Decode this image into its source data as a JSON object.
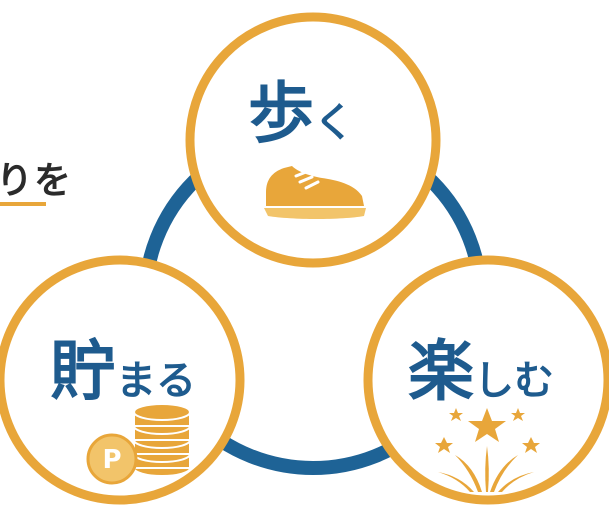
{
  "partial_heading": "りを",
  "nodes": [
    {
      "id": "walk",
      "kanji": "歩",
      "kana": "く",
      "icon": "sneaker-icon"
    },
    {
      "id": "save",
      "kanji": "貯",
      "kana": "まる",
      "icon": "coins-icon",
      "badge": "P"
    },
    {
      "id": "enjoy",
      "kanji": "楽",
      "kana": "しむ",
      "icon": "stars-icon"
    }
  ],
  "colors": {
    "ring": "#1e6396",
    "circle_border": "#e8a63a",
    "label": "#1e5b8e",
    "icon": "#e8a63a",
    "heading": "#2b2b2b"
  }
}
